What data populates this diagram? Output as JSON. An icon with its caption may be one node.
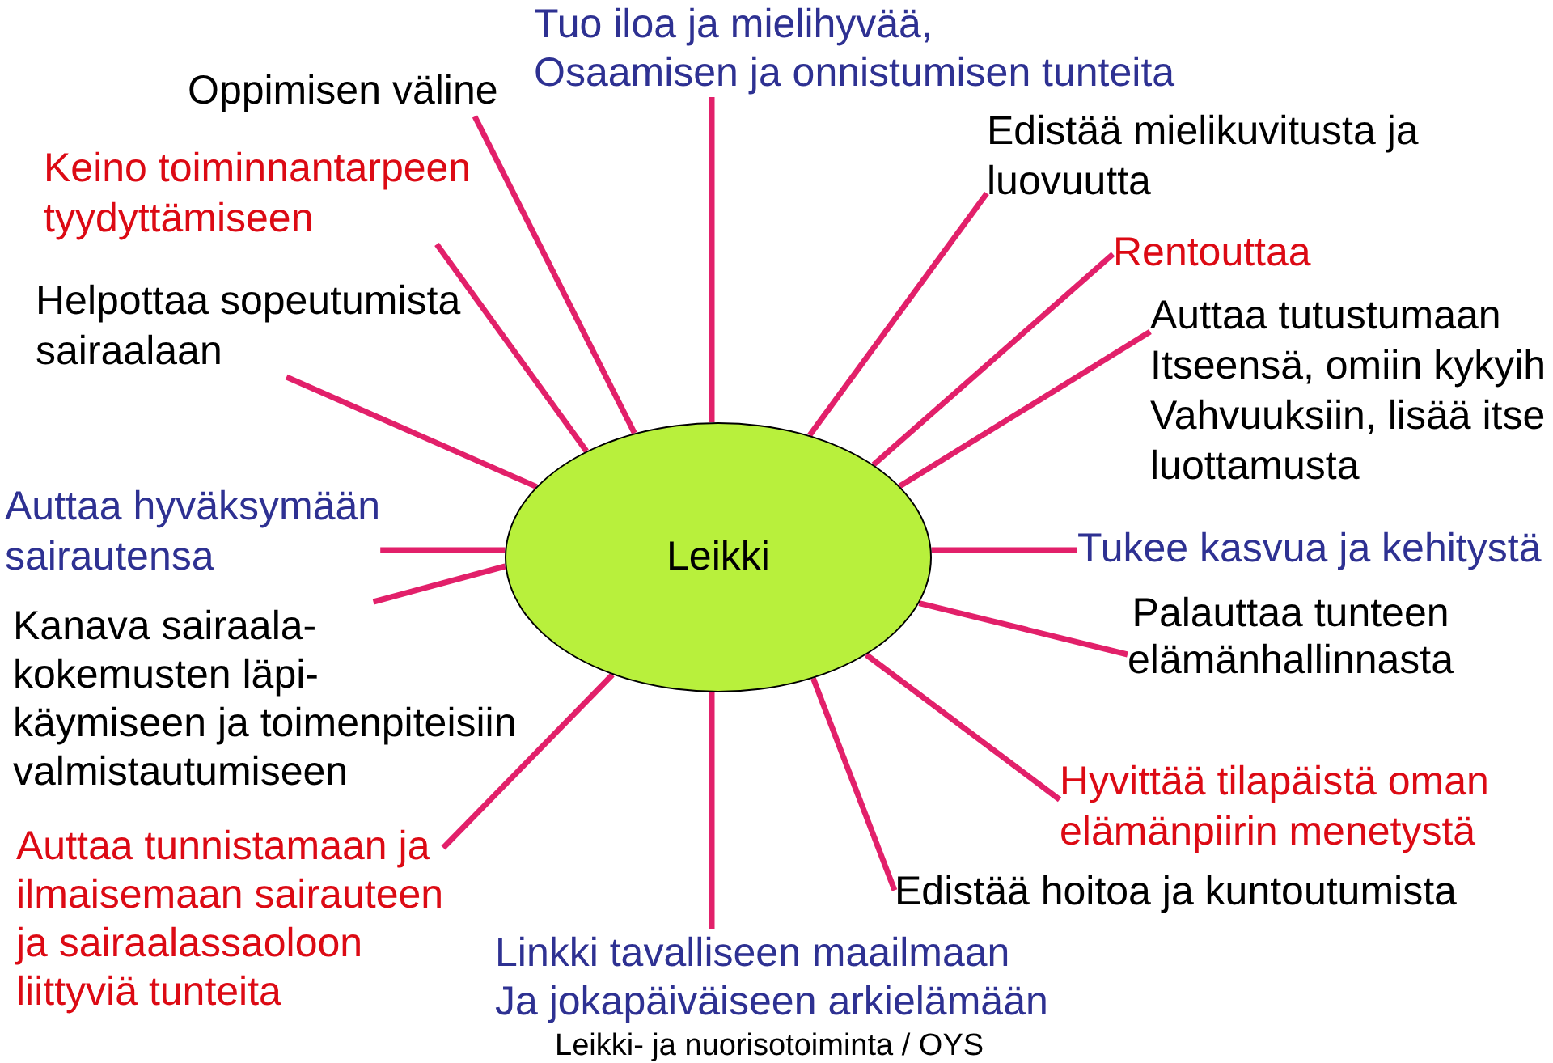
{
  "diagram": {
    "nodes": [
      {
        "text": [
          "Leikki"
        ]
      },
      {
        "text": [
          "Oppimisen väline"
        ]
      },
      {
        "text": [
          "Keino toiminnantarpeen tyydyttämiseen"
        ]
      },
      {
        "text": [
          "Helpottaa sopeutumista sairaalaan"
        ]
      },
      {
        "text": [
          "Auttaa hyväksymään sairautensa"
        ]
      },
      {
        "text": [
          "Kanava sairaala- kokemusten läpi- käymiseen ja toimenpiteisiin valmistautumiseen"
        ]
      },
      {
        "text": [
          "Auttaa tunnistamaan ja ilmaisemaan sairauteen ja sairaalassaoloon liittyviä tunteita"
        ]
      },
      {
        "text": [
          "Tuo iloa ja mielihyvää, Osaamisen ja onnistumisen tunteita"
        ]
      },
      {
        "text": [
          "Edistää mielikuvitusta ja luovuutta"
        ]
      },
      {
        "text": [
          "Rentouttaa"
        ]
      },
      {
        "text": [
          "Auttaa tutustumaan Itseensä, omiin kykyih Vahvuuksiin, lisää itse luottamusta"
        ]
      },
      {
        "text": [
          "Tukee kasvua ja kehitystä"
        ]
      },
      {
        "text": [
          "Palauttaa tunteen elämänhallinnasta"
        ]
      },
      {
        "text": [
          "Hyvittää tilapäistä oman elämänpiirin menetystä"
        ]
      },
      {
        "text": [
          "Edistää hoitoa ja kuntoutumista"
        ]
      },
      {
        "text": [
          "Linkki tavalliseen maailmaan Ja jokapäiväiseen arkielämään"
        ]
      }
    ],
    "edges": [
      {
        "from": 0,
        "to": 1,
        "arrow": "none"
      },
      {
        "from": 0,
        "to": 2,
        "arrow": "none"
      },
      {
        "from": 0,
        "to": 3,
        "arrow": "none"
      },
      {
        "from": 0,
        "to": 4,
        "arrow": "none"
      },
      {
        "from": 0,
        "to": 5,
        "arrow": "none"
      },
      {
        "from": 0,
        "to": 6,
        "arrow": "none"
      },
      {
        "from": 0,
        "to": 7,
        "arrow": "none"
      },
      {
        "from": 0,
        "to": 8,
        "arrow": "none"
      },
      {
        "from": 0,
        "to": 9,
        "arrow": "none"
      },
      {
        "from": 0,
        "to": 10,
        "arrow": "none"
      },
      {
        "from": 0,
        "to": 11,
        "arrow": "none"
      },
      {
        "from": 0,
        "to": 12,
        "arrow": "none"
      },
      {
        "from": 0,
        "to": 13,
        "arrow": "none"
      },
      {
        "from": 0,
        "to": 14,
        "arrow": "none"
      },
      {
        "from": 0,
        "to": 15,
        "arrow": "none"
      }
    ],
    "labels": [
      "Leikki- ja nuorisotoiminta / OYS"
    ]
  }
}
